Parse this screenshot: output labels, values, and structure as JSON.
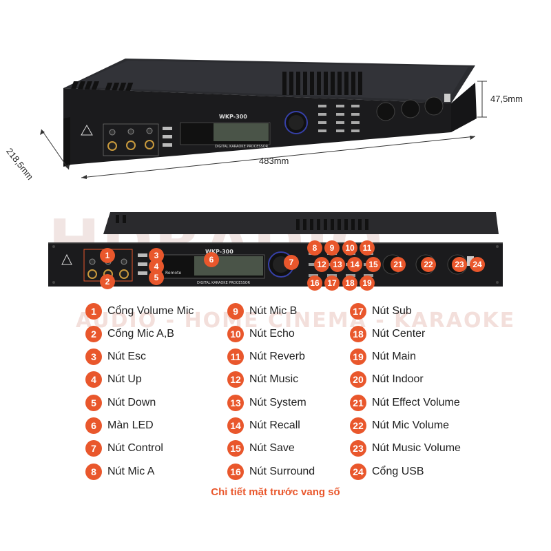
{
  "dimensions": {
    "width": "483mm",
    "height": "47,5mm",
    "depth": "218,5mm"
  },
  "device": {
    "model": "WKP-300",
    "subtitle": "DIGITAL KARAOKE PROCESSOR",
    "remote": "Remote"
  },
  "watermark": {
    "line1": "HDRADIO",
    "line2": "AUDIO - HOME CINEMA - KARAOKE"
  },
  "legend": [
    {
      "num": "1",
      "label": "Cổng Volume Mic"
    },
    {
      "num": "2",
      "label": "Cổng Mic A,B"
    },
    {
      "num": "3",
      "label": "Nút Esc"
    },
    {
      "num": "4",
      "label": "Nút Up"
    },
    {
      "num": "5",
      "label": "Nút Down"
    },
    {
      "num": "6",
      "label": "Màn LED"
    },
    {
      "num": "7",
      "label": "Nút Control"
    },
    {
      "num": "8",
      "label": "Nút Mic A"
    },
    {
      "num": "9",
      "label": "Nút Mic B"
    },
    {
      "num": "10",
      "label": "Nút Echo"
    },
    {
      "num": "11",
      "label": "Nút Reverb"
    },
    {
      "num": "12",
      "label": "Nút Music"
    },
    {
      "num": "13",
      "label": "Nút System"
    },
    {
      "num": "14",
      "label": "Nút Recall"
    },
    {
      "num": "15",
      "label": "Nút Save"
    },
    {
      "num": "16",
      "label": "Nút Surround"
    },
    {
      "num": "17",
      "label": "Nút Sub"
    },
    {
      "num": "18",
      "label": "Nút Center"
    },
    {
      "num": "19",
      "label": "Nút Main"
    },
    {
      "num": "20",
      "label": "Nút Indoor"
    },
    {
      "num": "21",
      "label": "Nút Effect Volume"
    },
    {
      "num": "22",
      "label": "Nút Mic Volume"
    },
    {
      "num": "23",
      "label": "Nút Music Volume"
    },
    {
      "num": "24",
      "label": "Cổng USB"
    }
  ],
  "caption": "Chi tiết mặt trước vang số",
  "colors": {
    "accent": "#e9572c",
    "device_body": "#1b1b1d",
    "lcd": "#4a5448",
    "brass": "#c99a3d"
  }
}
